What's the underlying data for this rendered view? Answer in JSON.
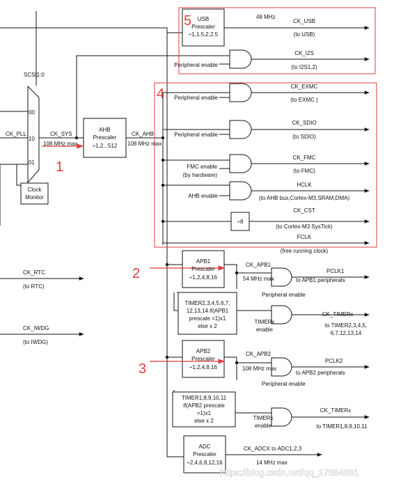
{
  "callouts": {
    "n1": "1",
    "n2": "2",
    "n3": "3",
    "n4": "4",
    "n5": "5"
  },
  "colors": {
    "line": "#111111",
    "highlight": "#e23b3b",
    "background": "#ffffff"
  },
  "mux": {
    "sel_label": "SCS[1:0",
    "in_00": "00",
    "in_10": "10",
    "in_01": "01",
    "ck_pll": "CK_PLL",
    "ck_sys": "CK_SYS",
    "sys_max": "108 MHz max",
    "clock_monitor_l1": "Clock",
    "clock_monitor_l2": "Monitor"
  },
  "ahb": {
    "title": "AHB",
    "name": "Prescaler",
    "div": "÷1,2...512",
    "out": "CK_AHB",
    "max": "108 MHz max"
  },
  "usb": {
    "title": "USB",
    "name": "Prescaler",
    "div": "÷1,1.5,2,2.5",
    "freq": "48 MHz",
    "out": "CK_USB",
    "dest": "(to USB)"
  },
  "i2s": {
    "enable": "Peripheral enable",
    "out": "CK_I2S",
    "dest": "(to I2S1,2)"
  },
  "exmc": {
    "enable": "Peripheral enable",
    "out": "CK_EXMC",
    "dest": "(to EXMC )"
  },
  "sdio": {
    "enable": "Peripheral enable",
    "out": "CK_SDIO",
    "dest": "(to SDIO)"
  },
  "fmc": {
    "enable_l1": "FMC enable",
    "enable_l2": "(by hardware)",
    "out": "CK_FMC",
    "dest": "(to FMC)"
  },
  "hclk": {
    "enable": "AHB enable",
    "out": "HCLK",
    "dest": "(to AHB bus,Cortex-M3,SRAM,DMA)"
  },
  "cst": {
    "div": "÷8",
    "out": "CK_CST",
    "dest": "(to Cortex-M3 SysTick)"
  },
  "fclk": {
    "out": "FCLK",
    "dest": "(free running clock)"
  },
  "rtc": {
    "out": "CK_RTC",
    "dest": "(to RTC)"
  },
  "iwdg": {
    "out": "CK_IWDG",
    "dest": "(to IWDG)"
  },
  "apb1": {
    "title": "APB1",
    "name": "Prescaler",
    "div": "÷1,2,4,8,16",
    "out": "CK_APB1",
    "max": "54 MHz max",
    "pclk": "PCLK1",
    "pclk_dest": "to APB1 peripherals",
    "enable": "Peripheral enable",
    "timer_box": [
      "TIMER2,3,4,5,6,7,",
      "12,13,14 if(APB1",
      "prescale =1)x1",
      "else x 2"
    ],
    "timer_en_l1": "TIMERx",
    "timer_en_l2": "enable",
    "timer_out": "CK_TIMERx",
    "timer_dest_l1": "to TIMER2,3,4,5,",
    "timer_dest_l2": "6,7,12,13,14"
  },
  "apb2": {
    "title": "APB2",
    "name": "Prescaler",
    "div": "÷1,2,4,8,16",
    "out": "CK_APB2",
    "max": "108 MHz max",
    "pclk": "PCLK2",
    "pclk_dest": "to APB2 peripherals",
    "enable": "Peripheral enable",
    "timer_box": [
      "TIMER1,8,9,10,11",
      "if(APB2 prescale",
      "=1)x1",
      "else x 2"
    ],
    "timer_en_l1": "TIMERx",
    "timer_en_l2": "enable",
    "timer_out": "CK_TIMERx",
    "timer_dest": "to TIMER1,8,9,10,11"
  },
  "adc": {
    "title": "ADC",
    "name": "Prescaler",
    "div": "÷2,4,6,8,12,16",
    "out": "CK_ADCX to ADC1,2,3",
    "max": "14 MHz max"
  },
  "watermark": "https://blog.csdn.net/qq_17854661"
}
